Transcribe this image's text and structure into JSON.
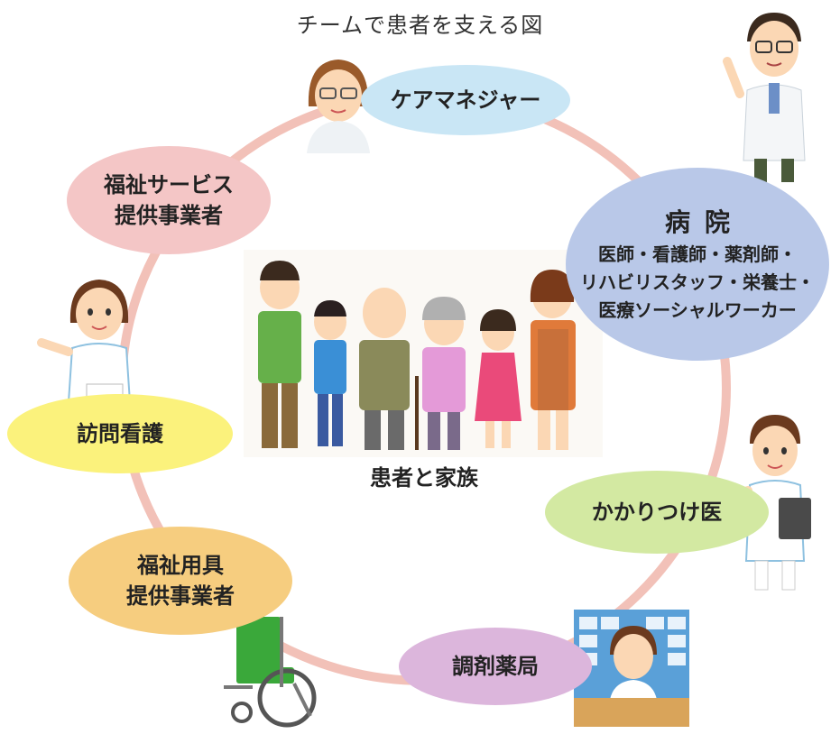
{
  "title": "チームで患者を支える図",
  "center": {
    "label": "患者と家族"
  },
  "nodes": {
    "care_manager": {
      "lines": [
        "ケアマネジャー"
      ],
      "color": "#c9e6f5"
    },
    "hospital": {
      "heading": "病院",
      "staff": [
        "医師・看護師・薬剤師・",
        "リハビリスタッフ・栄養士・",
        "医療ソーシャルワーカー"
      ],
      "color": "#b9c8e8"
    },
    "family_doctor": {
      "lines": [
        "かかりつけ医"
      ],
      "color": "#d3e9a2"
    },
    "pharmacy": {
      "lines": [
        "調剤薬局"
      ],
      "color": "#dcb6dc"
    },
    "welfare_equipment": {
      "lines": [
        "福祉用具",
        "提供事業者"
      ],
      "color": "#f6cd7f"
    },
    "home_nursing": {
      "lines": [
        "訪問看護"
      ],
      "color": "#fbf27c"
    },
    "welfare_service": {
      "lines": [
        "福祉サービス",
        "提供事業者"
      ],
      "color": "#f4c6c6"
    }
  },
  "ring_color": "#f2c1b8",
  "illustrations": [
    "woman-with-glasses-icon",
    "doctor-icon",
    "nurse-icon",
    "family-icon",
    "young-doctor-icon",
    "pharmacist-icon",
    "wheelchair-icon"
  ]
}
